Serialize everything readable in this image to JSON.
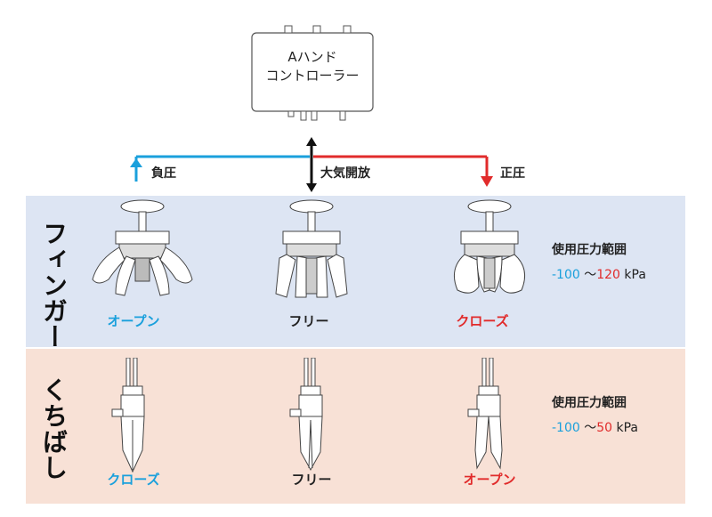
{
  "controller": {
    "line1": "Aハンド",
    "line2": "コントローラー"
  },
  "pressure_labels": {
    "negative": "負圧",
    "atmosphere": "大気開放",
    "positive": "正圧"
  },
  "colors": {
    "negative": "#1aa0dc",
    "positive": "#e12b2b",
    "atmosphere": "#111111",
    "finger_band": "#dde5f3",
    "beak_band": "#f8e1d6"
  },
  "finger": {
    "title": "フィンガー",
    "states": {
      "left": "オープン",
      "center": "フリー",
      "right": "クローズ"
    },
    "pressure_title": "使用圧力範囲",
    "range": {
      "min": "-100",
      "sep": "～",
      "max": "120",
      "unit": "kPa"
    }
  },
  "beak": {
    "title": "くちばし",
    "states": {
      "left": "クローズ",
      "center": "フリー",
      "right": "オープン"
    },
    "pressure_title": "使用圧力範囲",
    "range": {
      "min": "-100",
      "sep": "～",
      "max": "50",
      "unit": "kPa"
    }
  }
}
